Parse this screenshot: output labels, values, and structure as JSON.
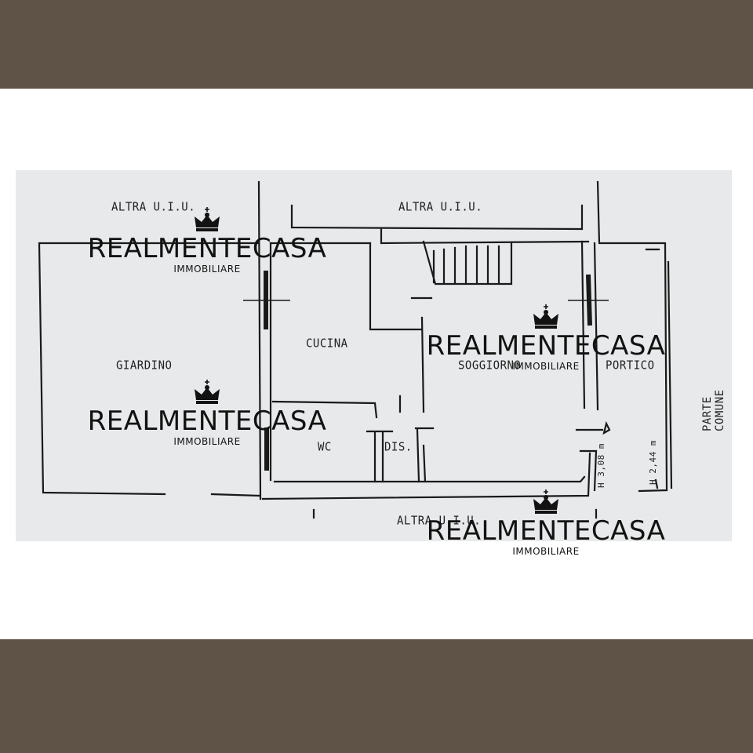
{
  "plan": {
    "rooms": {
      "altra_top_left": "ALTRA U.I.U.",
      "altra_top": "ALTRA U.I.U.",
      "altra_bottom": "ALTRA U.I.U.",
      "giardino": "GIARDINO",
      "cucina": "CUCINA",
      "soggiorno": "SOGGIORNO",
      "portico": "PORTICO",
      "wc": "WC",
      "dis": "DIS.",
      "parte_comune": "PARTE COMUNE"
    },
    "heights": {
      "interior": "H 3,08 m",
      "portico": "H 2,44 m"
    }
  },
  "watermark": {
    "brand": "REALMENTECASA",
    "subtitle": "IMMOBILIARE"
  },
  "colors": {
    "frame": "#5e5346",
    "paper": "#e7e9ea",
    "ink": "#1a1a1a"
  }
}
